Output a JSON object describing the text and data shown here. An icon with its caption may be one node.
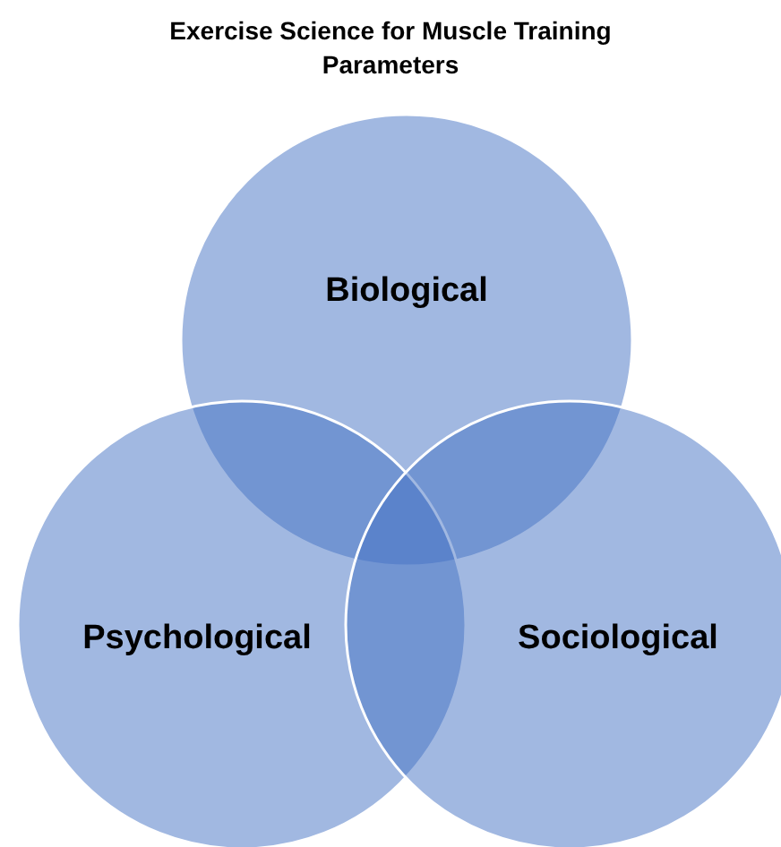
{
  "diagram": {
    "title": "Exercise Science for Muscle Training Parameters",
    "nodes": [
      {
        "text": [
          "Biological"
        ]
      },
      {
        "text": [
          "Psychological"
        ]
      },
      {
        "text": [
          "Sociological"
        ]
      }
    ]
  }
}
